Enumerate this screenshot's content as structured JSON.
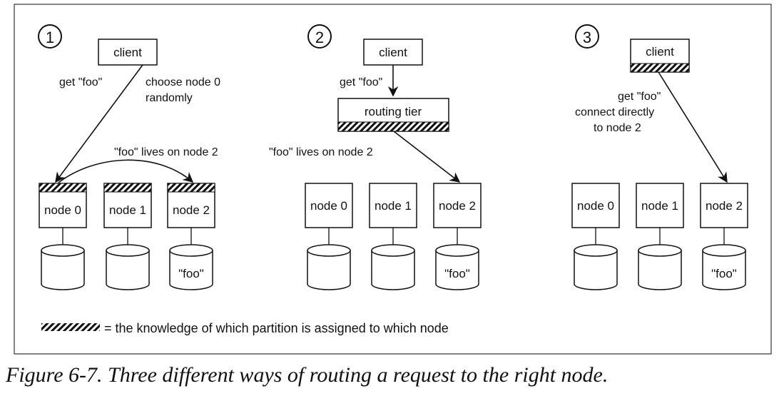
{
  "panels": [
    {
      "number": "1",
      "client": "client",
      "labels": {
        "request": "get \"foo\"",
        "choose_line1": "choose node 0",
        "choose_line2": "randomly",
        "forward": "\"foo\" lives on node 2"
      },
      "nodes": [
        "node 0",
        "node 1",
        "node 2"
      ],
      "disks": [
        "",
        "",
        "\"foo\""
      ]
    },
    {
      "number": "2",
      "client": "client",
      "routing_tier": "routing tier",
      "labels": {
        "request": "get \"foo\"",
        "forward": "\"foo\" lives on node 2"
      },
      "nodes": [
        "node 0",
        "node 1",
        "node 2"
      ],
      "disks": [
        "",
        "",
        "\"foo\""
      ]
    },
    {
      "number": "3",
      "client": "client",
      "labels": {
        "request": "get \"foo\"",
        "connect_line1": "connect directly",
        "connect_line2": "to node 2"
      },
      "nodes": [
        "node 0",
        "node 1",
        "node 2"
      ],
      "disks": [
        "",
        "",
        "\"foo\""
      ]
    }
  ],
  "legend": "= the knowledge of which partition is assigned to which node",
  "caption": "Figure 6-7. Three different ways of routing a request to the right node."
}
